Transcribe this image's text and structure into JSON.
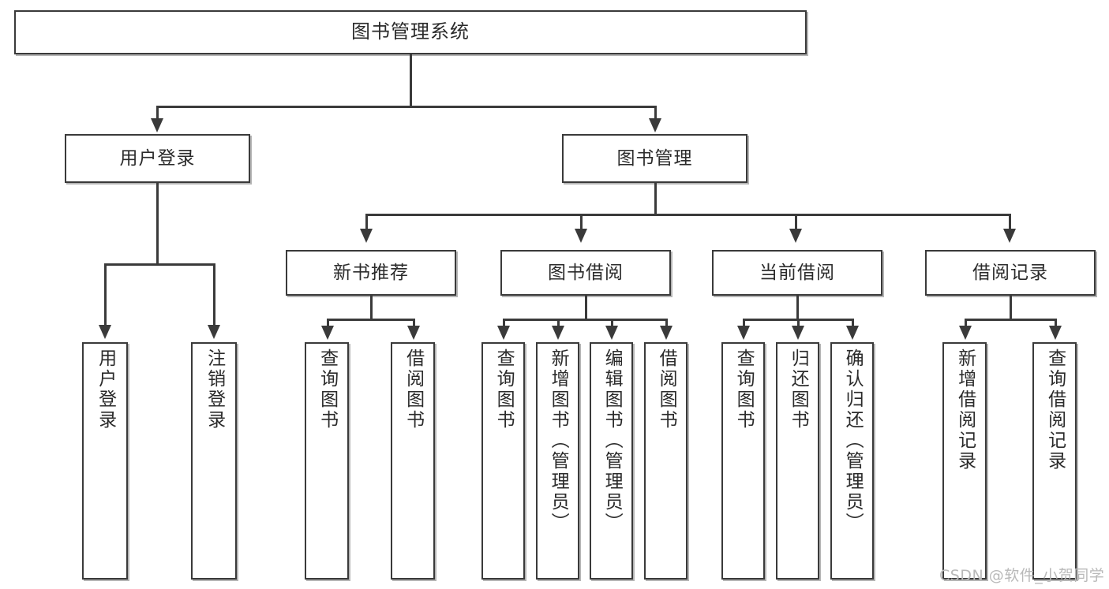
{
  "diagram": {
    "title": "图书管理系统",
    "type": "tree-hierarchy-diagram",
    "watermark": "CSDN @软件_小贺同学",
    "colors": {
      "box_border": "#3a3a3a",
      "box_fill": "#ffffff",
      "connector": "#3a3a3a",
      "text": "#2b2b2b",
      "watermark": "#b9b9b9",
      "background": "#ffffff"
    },
    "root": {
      "label": "图书管理系统"
    },
    "level2": [
      {
        "id": "user-login",
        "label": "用户登录"
      },
      {
        "id": "book-management",
        "label": "图书管理"
      }
    ],
    "level3": [
      {
        "id": "new-book-recommend",
        "label": "新书推荐"
      },
      {
        "id": "book-borrow",
        "label": "图书借阅"
      },
      {
        "id": "current-borrow",
        "label": "当前借阅"
      },
      {
        "id": "borrow-record",
        "label": "借阅记录"
      }
    ],
    "leaves": {
      "user_login": [
        {
          "id": "leaf-user-login",
          "label": "用户登录"
        },
        {
          "id": "leaf-logout",
          "label": "注销登录"
        }
      ],
      "new_book_recommend": [
        {
          "id": "leaf-query-book-1",
          "label": "查询图书"
        },
        {
          "id": "leaf-borrow-book-1",
          "label": "借阅图书"
        }
      ],
      "book_borrow": [
        {
          "id": "leaf-query-book-2",
          "label": "查询图书"
        },
        {
          "id": "leaf-add-book",
          "label": "新增图书（管理员）"
        },
        {
          "id": "leaf-edit-book",
          "label": "编辑图书（管理员）"
        },
        {
          "id": "leaf-borrow-book-2",
          "label": "借阅图书"
        }
      ],
      "current_borrow": [
        {
          "id": "leaf-query-book-3",
          "label": "查询图书"
        },
        {
          "id": "leaf-return-book",
          "label": "归还图书"
        },
        {
          "id": "leaf-confirm-return",
          "label": "确认归还（管理员）"
        }
      ],
      "borrow_record": [
        {
          "id": "leaf-add-record",
          "label": "新增借阅记录"
        },
        {
          "id": "leaf-query-record",
          "label": "查询借阅记录"
        }
      ]
    }
  }
}
